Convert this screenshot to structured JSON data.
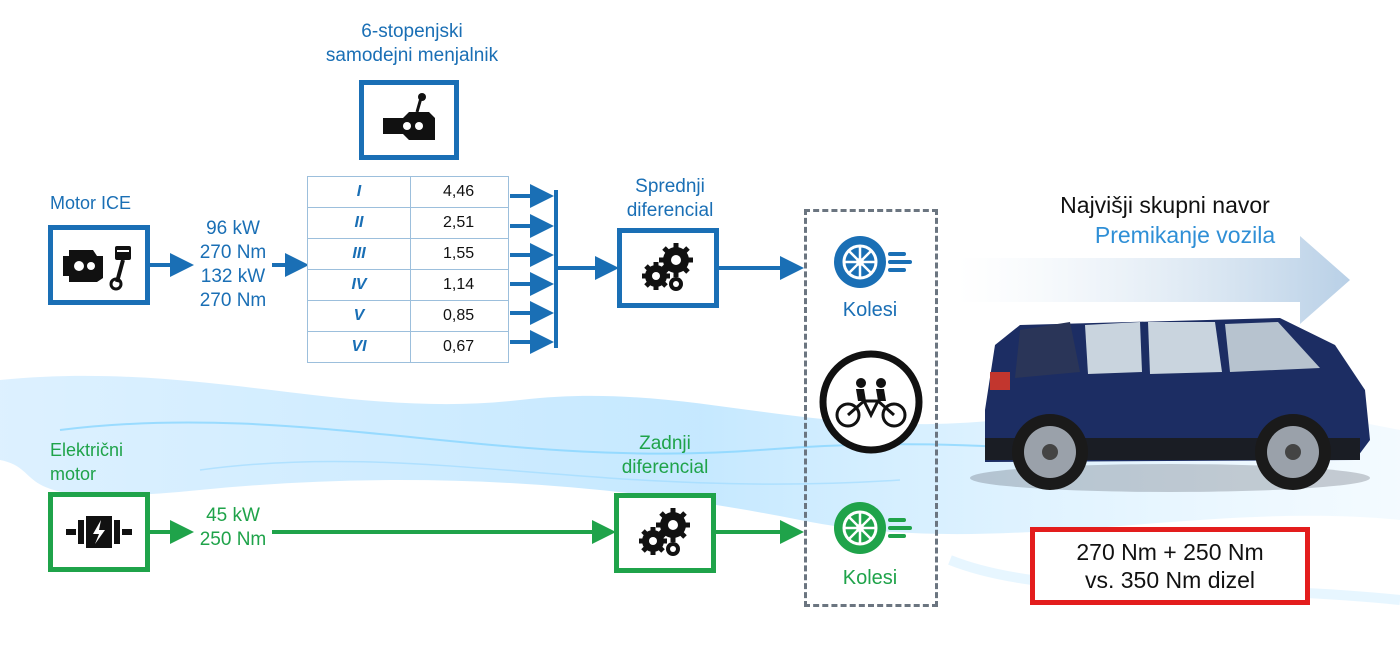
{
  "transmission": {
    "title_line1": "6-stopenjski",
    "title_line2": "samodejni menjalnik",
    "gears": [
      {
        "roman": "I",
        "ratio": "4,46"
      },
      {
        "roman": "II",
        "ratio": "2,51"
      },
      {
        "roman": "III",
        "ratio": "1,55"
      },
      {
        "roman": "IV",
        "ratio": "1,14"
      },
      {
        "roman": "V",
        "ratio": "0,85"
      },
      {
        "roman": "VI",
        "ratio": "0,67"
      }
    ]
  },
  "ice": {
    "label": "Motor ICE",
    "power1": "96 kW",
    "torque1": "270 Nm",
    "power2": "132 kW",
    "torque2": "270 Nm"
  },
  "electric": {
    "label_line1": "Električni",
    "label_line2": "motor",
    "power": "45 kW",
    "torque": "250 Nm"
  },
  "front_diff": {
    "line1": "Sprednji",
    "line2": "diferencial"
  },
  "rear_diff": {
    "line1": "Zadnji",
    "line2": "diferencial"
  },
  "wheels": {
    "front_label": "Kolesi",
    "rear_label": "Kolesi"
  },
  "headline": {
    "line1": "Najvišji skupni navor",
    "line2": "Premikanje vozila"
  },
  "summary": {
    "line1": "270 Nm + 250 Nm",
    "line2": "vs. 350 Nm dizel"
  },
  "colors": {
    "blue": "#1a6fb5",
    "green": "#1fa34a",
    "red": "#e31d1d",
    "dash": "#6b7580"
  }
}
